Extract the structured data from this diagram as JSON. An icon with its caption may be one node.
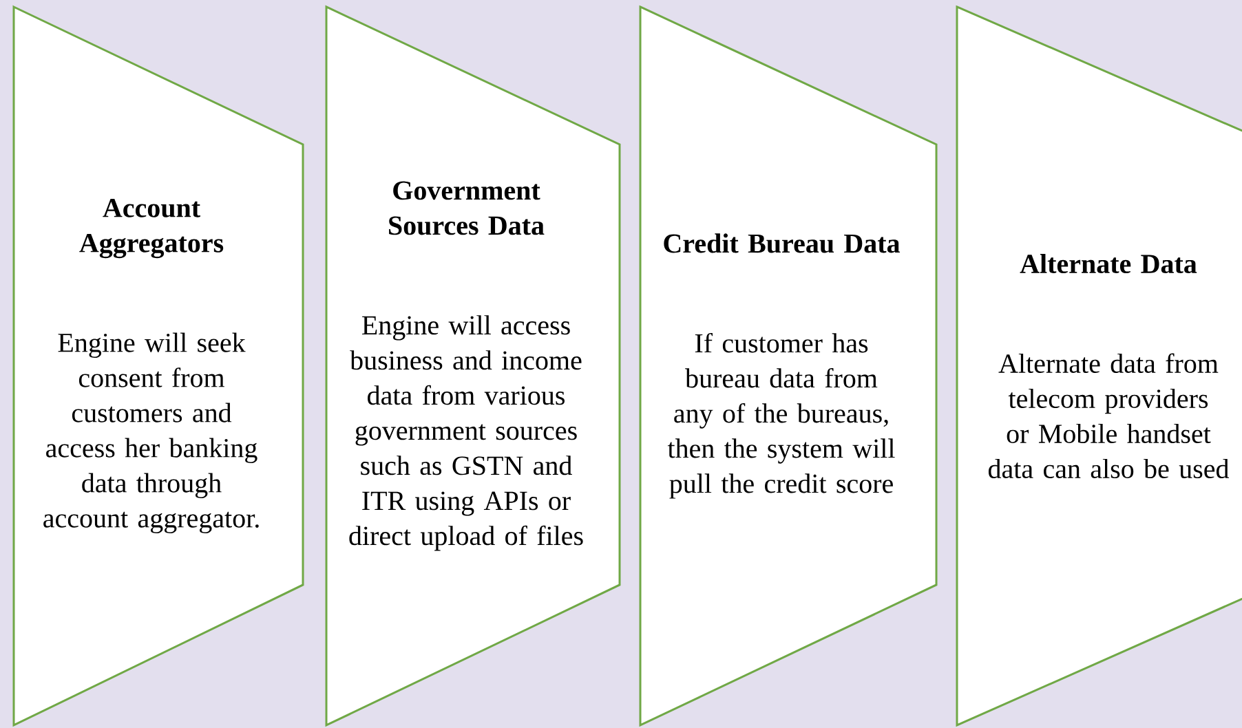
{
  "diagram": {
    "nodes": [
      {
        "text": [
          "Account Aggregators",
          "Engine will seek consent from customers and access her banking data through account aggregator."
        ]
      },
      {
        "text": [
          "Government Sources Data",
          "Engine will access business and income data from various government sources such as GSTN and ITR using APIs or direct upload of files"
        ]
      },
      {
        "text": [
          "Credit Bureau Data",
          "If customer has bureau data from any of the bureaus, then the system will pull the credit score"
        ]
      },
      {
        "text": [
          "Alternate Data",
          "Alternate data from telecom providers or Mobile handset data can also be used"
        ]
      }
    ]
  }
}
